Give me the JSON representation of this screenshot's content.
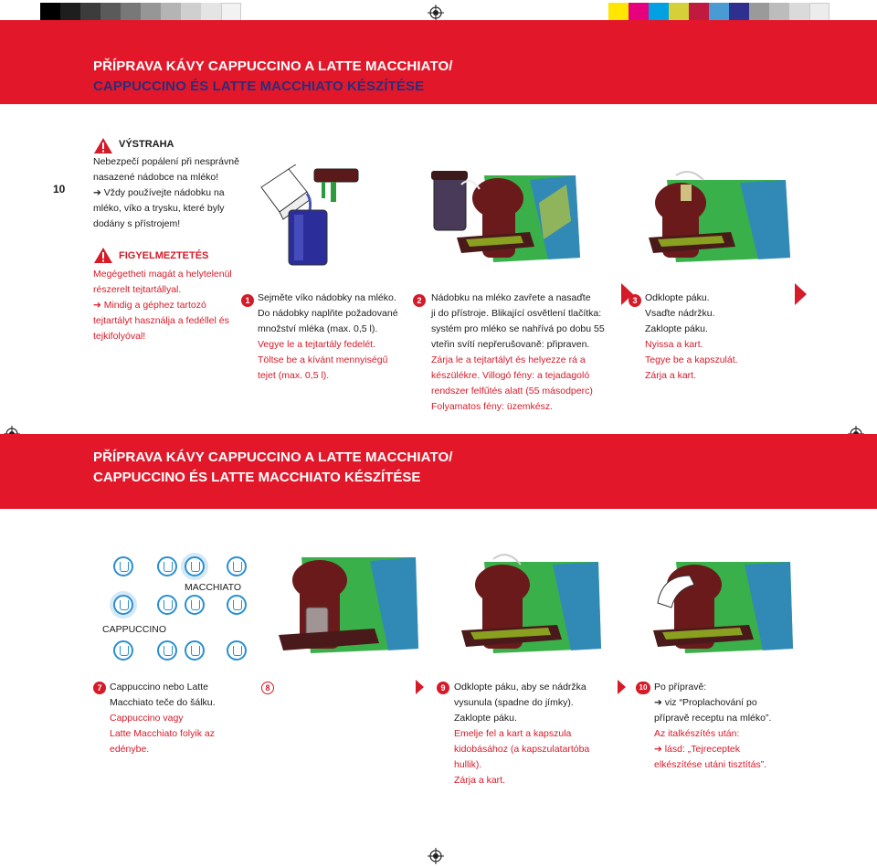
{
  "page_number": "10",
  "colors": {
    "brand_red": "#e2182a",
    "navy": "#2a2d7a",
    "accent_blue": "#2b8fd1"
  },
  "top_section": {
    "title_line1": "PŘÍPRAVA KÁVY CAPPUCCINO A LATTE MACCHIATO/",
    "title_line2": "CAPPUCCINO ÉS LATTE MACCHIATO KÉSZÍTÉSE",
    "warning_cz": {
      "icon": "warning-triangle-icon",
      "heading": "VÝSTRAHA",
      "lines": [
        "Nebezpečí popálení při nesprávně",
        "nasazené nádobce na mléko!",
        "➔ Vždy používejte nádobku na",
        "mléko, víko a trysku, které byly",
        "dodány s přístrojem!"
      ]
    },
    "warning_hu": {
      "icon": "warning-triangle-icon",
      "heading": "FIGYELMEZTETÉS",
      "lines": [
        "Megégetheti magát a helytelenül",
        "részerelt tejtartállyal.",
        "➔ Mindig a géphez tartozó",
        "tejtartályt használja a fedéllel és",
        "tejkifolyóval!"
      ]
    },
    "step1": {
      "number": "1",
      "cz": [
        "Sejměte víko nádobky na mléko.",
        "Do nádobky naplňte požadované",
        "množství mléka (max. 0,5 l)."
      ],
      "hu": [
        "Vegye le a tejtartály fedelét.",
        "Töltse be a kívánt mennyiségű",
        "tejet (max. 0,5 l)."
      ]
    },
    "step2": {
      "number": "2",
      "cz": [
        "Nádobku na mléko zavřete a nasaďte",
        "ji do přístroje. Blikající osvětlení tlačítka:",
        "systém pro mléko se nahřívá po dobu 55",
        "vteřin svítí nepřerušovaně: připraven."
      ],
      "hu": [
        "Zárja le a tejtartályt és helyezze rá a",
        "készülékre. Villogó fény: a tejadagoló",
        "rendszer felfűtés alatt (55 másodperc)",
        "Folyamatos fény: üzemkész."
      ]
    },
    "step3": {
      "number": "3",
      "cz": [
        "Odklopte páku.",
        "Vsaďte nádržku.",
        "Zaklopte páku."
      ],
      "hu": [
        "Nyissa a kart.",
        "Tegye be a kapszulát.",
        "Zárja a kart."
      ]
    }
  },
  "bottom_section": {
    "title_line1": "PŘÍPRAVA KÁVY CAPPUCCINO A LATTE MACCHIATO/",
    "title_line2": "CAPPUCCINO ÉS LATTE MACCHIATO KÉSZÍTÉSE",
    "label_macchiato": "MACCHIATO",
    "label_cappuccino": "CAPPUCCINO",
    "step7": {
      "number": "7",
      "cz": [
        "Cappuccino nebo Latte",
        "Macchiato teče do šálku."
      ],
      "hu": [
        "Cappuccino vagy",
        "Latte Macchiato folyik az",
        "edénybe."
      ]
    },
    "step8": {
      "number": "8"
    },
    "step9": {
      "number": "9",
      "cz": [
        "Odklopte páku, aby se nádržka",
        "vysunula (spadne do jímky).",
        "Zaklopte páku."
      ],
      "hu": [
        "Emelje fel a kart a kapszula",
        "kidobásához (a kapszulatartóba",
        "hullik).",
        "Zárja a kart."
      ]
    },
    "step10": {
      "number": "10",
      "cz": [
        "Po přípravě:",
        "➔ viz “Proplachování po",
        "přípravě receptu na mléko”."
      ],
      "hu": [
        "Az italkészítés után:",
        "➔ lásd: „Tejreceptek",
        "elkészítése utáni tisztítás”."
      ]
    }
  }
}
